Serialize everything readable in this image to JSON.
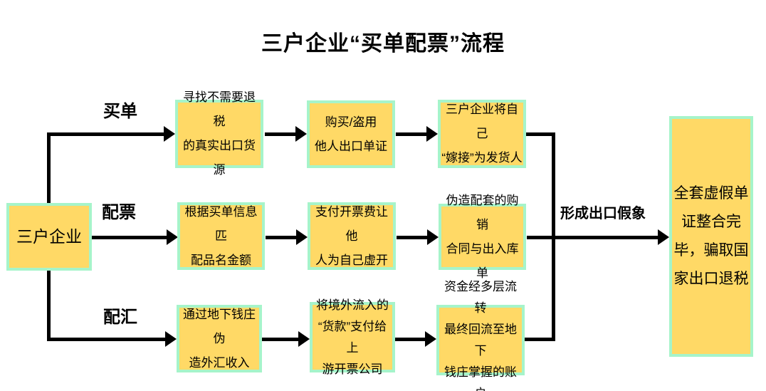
{
  "title": "三户企业“买单配票”流程",
  "diagram": {
    "source": "三户企业",
    "branches": [
      {
        "label": "买单",
        "steps": [
          "寻找不需要退税\n的真实出口货源",
          "购买/盗用\n他人出口单证",
          "三户企业将自己\n“嫁接”为发货人"
        ]
      },
      {
        "label": "配票",
        "steps": [
          "根据买单信息匹\n配品名金额",
          "支付开票费让他\n人为自己虚开",
          "伪造配套的购销\n合同与出入库单"
        ]
      },
      {
        "label": "配汇",
        "steps": [
          "通过地下钱庄伪\n造外汇收入",
          "将境外流入的\n“货款”支付给上\n游开票公司",
          "资金经多层流转\n最终回流至地下\n钱庄掌握的账户"
        ]
      }
    ],
    "merge_label": "形成出口假象",
    "result": "全套虚假单\n证整合完\n毕，骗取国\n家出口退税"
  },
  "colors": {
    "node_fill": "#FFD966",
    "node_border": "#A6F4CA",
    "connector": "#000000"
  }
}
